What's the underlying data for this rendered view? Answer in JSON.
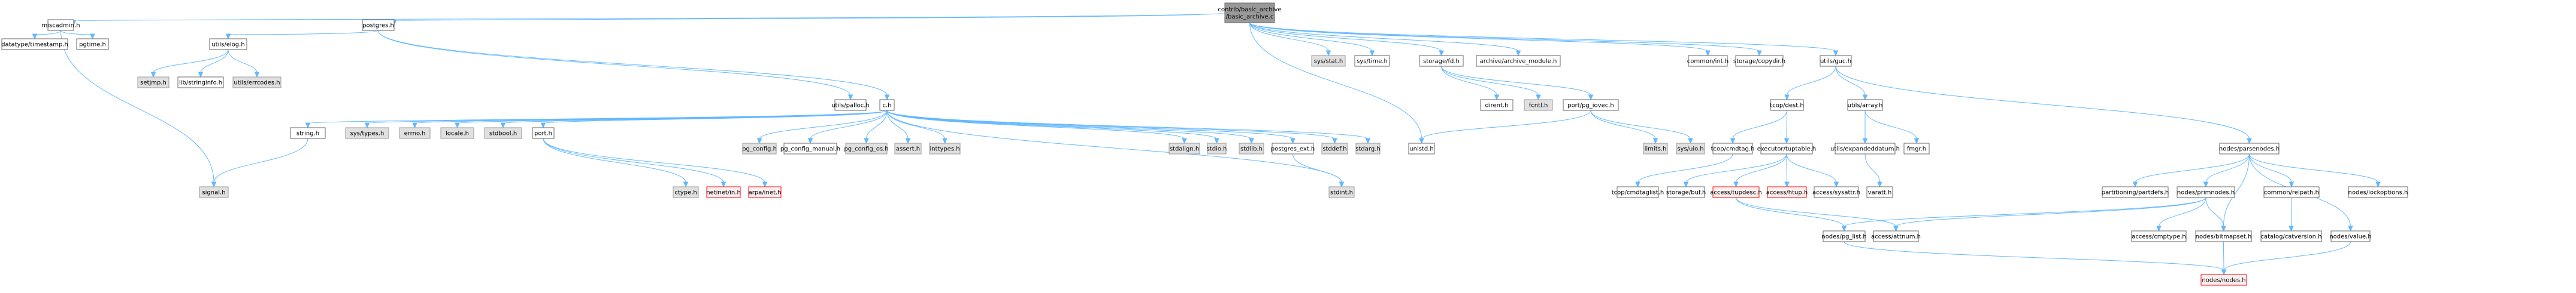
{
  "title": "Include dependency graph for basic_archive.c",
  "styles": {
    "root": {
      "fill": "#999999",
      "stroke": "#666666"
    },
    "normal": {
      "fill": "#ffffff",
      "stroke": "#666666"
    },
    "system": {
      "fill": "#e0e0e0",
      "stroke": "#999999"
    },
    "missing": {
      "fill": "#fff0f0",
      "stroke": "#ff0000"
    },
    "edge": "#63b8ff"
  },
  "nodes": [
    {
      "id": "root",
      "lines": [
        "contrib/basic_archive",
        "/basic_archive.c"
      ],
      "kind": "root"
    },
    {
      "id": "miscadmin",
      "lines": [
        "miscadmin.h"
      ],
      "kind": "normal"
    },
    {
      "id": "timestamp",
      "lines": [
        "datatype/timestamp.h"
      ],
      "kind": "normal"
    },
    {
      "id": "pgtime",
      "lines": [
        "pgtime.h"
      ],
      "kind": "normal"
    },
    {
      "id": "signal",
      "lines": [
        "signal.h"
      ],
      "kind": "system"
    },
    {
      "id": "postgres",
      "lines": [
        "postgres.h"
      ],
      "kind": "normal"
    },
    {
      "id": "elog",
      "lines": [
        "utils/elog.h"
      ],
      "kind": "normal"
    },
    {
      "id": "setjmp",
      "lines": [
        "setjmp.h"
      ],
      "kind": "system"
    },
    {
      "id": "stringinfo",
      "lines": [
        "lib/stringinfo.h"
      ],
      "kind": "normal"
    },
    {
      "id": "errcodes",
      "lines": [
        "utils/errcodes.h"
      ],
      "kind": "system"
    },
    {
      "id": "palloc",
      "lines": [
        "utils/palloc.h"
      ],
      "kind": "normal"
    },
    {
      "id": "c",
      "lines": [
        "c.h"
      ],
      "kind": "normal"
    },
    {
      "id": "string",
      "lines": [
        "string.h"
      ],
      "kind": "normal"
    },
    {
      "id": "systypes",
      "lines": [
        "sys/types.h"
      ],
      "kind": "system"
    },
    {
      "id": "errno",
      "lines": [
        "errno.h"
      ],
      "kind": "system"
    },
    {
      "id": "locale",
      "lines": [
        "locale.h"
      ],
      "kind": "system"
    },
    {
      "id": "stdbool",
      "lines": [
        "stdbool.h"
      ],
      "kind": "system"
    },
    {
      "id": "port",
      "lines": [
        "port.h"
      ],
      "kind": "normal"
    },
    {
      "id": "pgconfig",
      "lines": [
        "pg_config.h"
      ],
      "kind": "system"
    },
    {
      "id": "pgconfigmanual",
      "lines": [
        "pg_config_manual.h"
      ],
      "kind": "normal"
    },
    {
      "id": "pgconfigos",
      "lines": [
        "pg_config_os.h"
      ],
      "kind": "system"
    },
    {
      "id": "assert",
      "lines": [
        "assert.h"
      ],
      "kind": "system"
    },
    {
      "id": "inttypes",
      "lines": [
        "inttypes.h"
      ],
      "kind": "system"
    },
    {
      "id": "stdalign",
      "lines": [
        "stdalign.h"
      ],
      "kind": "system"
    },
    {
      "id": "stdio",
      "lines": [
        "stdio.h"
      ],
      "kind": "system"
    },
    {
      "id": "stdlib",
      "lines": [
        "stdlib.h"
      ],
      "kind": "system"
    },
    {
      "id": "postgresext",
      "lines": [
        "postgres_ext.h"
      ],
      "kind": "normal"
    },
    {
      "id": "stddef",
      "lines": [
        "stddef.h"
      ],
      "kind": "system"
    },
    {
      "id": "stdarg",
      "lines": [
        "stdarg.h"
      ],
      "kind": "system"
    },
    {
      "id": "ctype",
      "lines": [
        "ctype.h"
      ],
      "kind": "system"
    },
    {
      "id": "netinetin",
      "lines": [
        "netinet/in.h"
      ],
      "kind": "missing"
    },
    {
      "id": "arpainet",
      "lines": [
        "arpa/inet.h"
      ],
      "kind": "missing"
    },
    {
      "id": "stdint",
      "lines": [
        "stdint.h"
      ],
      "kind": "system"
    },
    {
      "id": "sysstat",
      "lines": [
        "sys/stat.h"
      ],
      "kind": "system"
    },
    {
      "id": "systime",
      "lines": [
        "sys/time.h"
      ],
      "kind": "normal"
    },
    {
      "id": "fd",
      "lines": [
        "storage/fd.h"
      ],
      "kind": "normal"
    },
    {
      "id": "dirent",
      "lines": [
        "dirent.h"
      ],
      "kind": "normal"
    },
    {
      "id": "fcntl",
      "lines": [
        "fcntl.h"
      ],
      "kind": "system"
    },
    {
      "id": "pgiovec",
      "lines": [
        "port/pg_iovec.h"
      ],
      "kind": "normal"
    },
    {
      "id": "unistd",
      "lines": [
        "unistd.h"
      ],
      "kind": "normal"
    },
    {
      "id": "limits",
      "lines": [
        "limits.h"
      ],
      "kind": "system"
    },
    {
      "id": "sysuio",
      "lines": [
        "sys/uio.h"
      ],
      "kind": "system"
    },
    {
      "id": "archivemodule",
      "lines": [
        "archive/archive_module.h"
      ],
      "kind": "normal"
    },
    {
      "id": "commonint",
      "lines": [
        "common/int.h"
      ],
      "kind": "normal"
    },
    {
      "id": "copydir",
      "lines": [
        "storage/copydir.h"
      ],
      "kind": "normal"
    },
    {
      "id": "guc",
      "lines": [
        "utils/guc.h"
      ],
      "kind": "normal"
    },
    {
      "id": "dest",
      "lines": [
        "tcop/dest.h"
      ],
      "kind": "normal"
    },
    {
      "id": "cmdtag",
      "lines": [
        "tcop/cmdtag.h"
      ],
      "kind": "normal"
    },
    {
      "id": "cmdtaglist",
      "lines": [
        "tcop/cmdtaglist.h"
      ],
      "kind": "normal"
    },
    {
      "id": "tuptable",
      "lines": [
        "executor/tuptable.h"
      ],
      "kind": "normal"
    },
    {
      "id": "buf",
      "lines": [
        "storage/buf.h"
      ],
      "kind": "normal"
    },
    {
      "id": "tupdesc",
      "lines": [
        "access/tupdesc.h"
      ],
      "kind": "missing"
    },
    {
      "id": "htup",
      "lines": [
        "access/htup.h"
      ],
      "kind": "missing"
    },
    {
      "id": "sysattr",
      "lines": [
        "access/sysattr.h"
      ],
      "kind": "normal"
    },
    {
      "id": "array",
      "lines": [
        "utils/array.h"
      ],
      "kind": "normal"
    },
    {
      "id": "expandeddatum",
      "lines": [
        "utils/expandeddatum.h"
      ],
      "kind": "normal"
    },
    {
      "id": "fmgr",
      "lines": [
        "fmgr.h"
      ],
      "kind": "normal"
    },
    {
      "id": "varatt",
      "lines": [
        "varatt.h"
      ],
      "kind": "normal"
    },
    {
      "id": "parsenodes",
      "lines": [
        "nodes/parsenodes.h"
      ],
      "kind": "normal"
    },
    {
      "id": "partdefs",
      "lines": [
        "partitioning/partdefs.h"
      ],
      "kind": "normal"
    },
    {
      "id": "primnodes",
      "lines": [
        "nodes/primnodes.h"
      ],
      "kind": "normal"
    },
    {
      "id": "relpath",
      "lines": [
        "common/relpath.h"
      ],
      "kind": "normal"
    },
    {
      "id": "lockoptions",
      "lines": [
        "nodes/lockoptions.h"
      ],
      "kind": "normal"
    },
    {
      "id": "pglist",
      "lines": [
        "nodes/pg_list.h"
      ],
      "kind": "normal"
    },
    {
      "id": "attnum",
      "lines": [
        "access/attnum.h"
      ],
      "kind": "normal"
    },
    {
      "id": "cmptype",
      "lines": [
        "access/cmptype.h"
      ],
      "kind": "normal"
    },
    {
      "id": "bitmapset",
      "lines": [
        "nodes/bitmapset.h"
      ],
      "kind": "normal"
    },
    {
      "id": "catversion",
      "lines": [
        "catalog/catversion.h"
      ],
      "kind": "normal"
    },
    {
      "id": "value",
      "lines": [
        "nodes/value.h"
      ],
      "kind": "normal"
    },
    {
      "id": "nodes",
      "lines": [
        "nodes/nodes.h"
      ],
      "kind": "missing"
    }
  ],
  "edges": [
    [
      "root",
      "miscadmin"
    ],
    [
      "root",
      "postgres"
    ],
    [
      "root",
      "sysstat"
    ],
    [
      "root",
      "systime"
    ],
    [
      "root",
      "unistd"
    ],
    [
      "root",
      "fd"
    ],
    [
      "root",
      "archivemodule"
    ],
    [
      "root",
      "commonint"
    ],
    [
      "root",
      "copydir"
    ],
    [
      "root",
      "guc"
    ],
    [
      "miscadmin",
      "timestamp"
    ],
    [
      "miscadmin",
      "pgtime"
    ],
    [
      "miscadmin",
      "signal"
    ],
    [
      "postgres",
      "elog"
    ],
    [
      "postgres",
      "palloc"
    ],
    [
      "postgres",
      "c"
    ],
    [
      "elog",
      "setjmp"
    ],
    [
      "elog",
      "stringinfo"
    ],
    [
      "elog",
      "errcodes"
    ],
    [
      "c",
      "string"
    ],
    [
      "c",
      "systypes"
    ],
    [
      "c",
      "errno"
    ],
    [
      "c",
      "locale"
    ],
    [
      "c",
      "stdbool"
    ],
    [
      "c",
      "port"
    ],
    [
      "c",
      "pgconfig"
    ],
    [
      "c",
      "pgconfigmanual"
    ],
    [
      "c",
      "pgconfigos"
    ],
    [
      "c",
      "assert"
    ],
    [
      "c",
      "inttypes"
    ],
    [
      "c",
      "stdalign"
    ],
    [
      "c",
      "stdio"
    ],
    [
      "c",
      "stdlib"
    ],
    [
      "c",
      "postgresext"
    ],
    [
      "c",
      "stddef"
    ],
    [
      "c",
      "stdarg"
    ],
    [
      "c",
      "stdint"
    ],
    [
      "string",
      "signal"
    ],
    [
      "port",
      "ctype"
    ],
    [
      "port",
      "netinetin"
    ],
    [
      "port",
      "arpainet"
    ],
    [
      "postgresext",
      "stdint"
    ],
    [
      "fd",
      "dirent"
    ],
    [
      "fd",
      "fcntl"
    ],
    [
      "fd",
      "pgiovec"
    ],
    [
      "pgiovec",
      "unistd"
    ],
    [
      "pgiovec",
      "limits"
    ],
    [
      "pgiovec",
      "sysuio"
    ],
    [
      "guc",
      "dest"
    ],
    [
      "guc",
      "array"
    ],
    [
      "guc",
      "parsenodes"
    ],
    [
      "dest",
      "cmdtag"
    ],
    [
      "dest",
      "tuptable"
    ],
    [
      "cmdtag",
      "cmdtaglist"
    ],
    [
      "tuptable",
      "buf"
    ],
    [
      "tuptable",
      "tupdesc"
    ],
    [
      "tuptable",
      "htup"
    ],
    [
      "tuptable",
      "sysattr"
    ],
    [
      "tupdesc",
      "pglist"
    ],
    [
      "tupdesc",
      "attnum"
    ],
    [
      "array",
      "expandeddatum"
    ],
    [
      "array",
      "fmgr"
    ],
    [
      "expandeddatum",
      "varatt"
    ],
    [
      "parsenodes",
      "partdefs"
    ],
    [
      "parsenodes",
      "primnodes"
    ],
    [
      "parsenodes",
      "bitmapset"
    ],
    [
      "parsenodes",
      "relpath"
    ],
    [
      "parsenodes",
      "value"
    ],
    [
      "parsenodes",
      "lockoptions"
    ],
    [
      "primnodes",
      "pglist"
    ],
    [
      "primnodes",
      "attnum"
    ],
    [
      "primnodes",
      "cmptype"
    ],
    [
      "primnodes",
      "bitmapset"
    ],
    [
      "relpath",
      "catversion"
    ],
    [
      "pglist",
      "nodes"
    ],
    [
      "bitmapset",
      "nodes"
    ],
    [
      "value",
      "nodes"
    ]
  ]
}
